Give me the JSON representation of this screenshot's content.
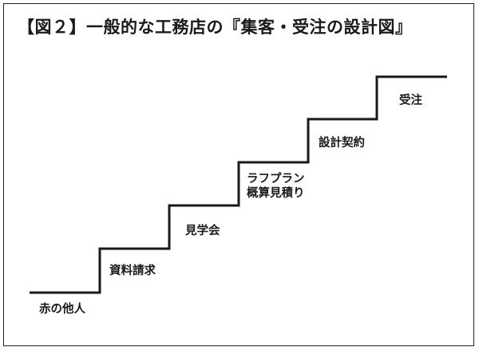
{
  "figure": {
    "title": "【図２】一般的な工務店の『集客・受注の設計図』"
  },
  "steps": [
    {
      "lines": [
        "赤の他人"
      ]
    },
    {
      "lines": [
        "資料請求"
      ]
    },
    {
      "lines": [
        "見学会"
      ]
    },
    {
      "lines": [
        "ラフプラン",
        "概算見積り"
      ]
    },
    {
      "lines": [
        "設計契約"
      ]
    },
    {
      "lines": [
        "受注"
      ]
    }
  ]
}
